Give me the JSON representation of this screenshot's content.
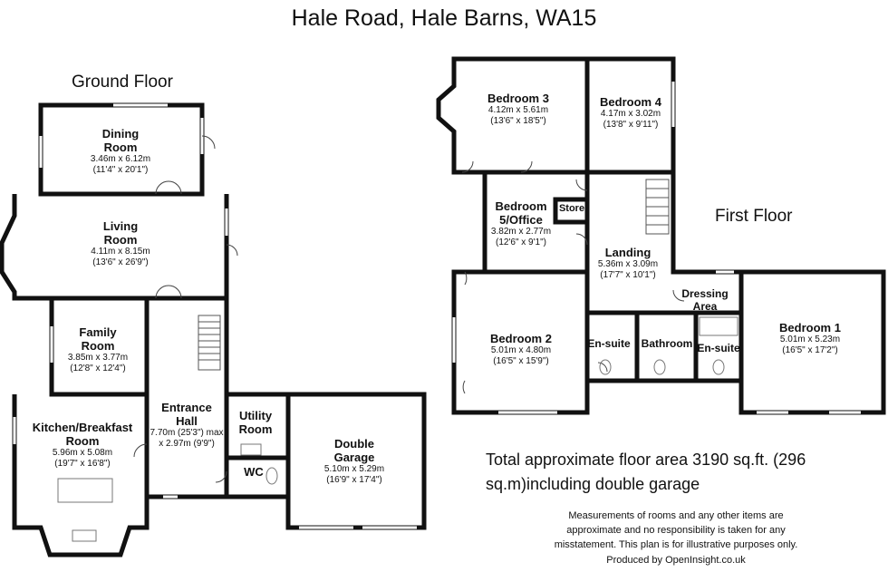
{
  "title": "Hale Road, Hale Barns, WA15",
  "floors": {
    "ground": "Ground Floor",
    "first": "First Floor"
  },
  "rooms": {
    "dining": {
      "name_1": "Dining",
      "name_2": "Room",
      "metric": "3.46m x 6.12m",
      "imperial": "(11'4\" x 20'1\")"
    },
    "living": {
      "name_1": "Living",
      "name_2": "Room",
      "metric": "4.11m x 8.15m",
      "imperial": "(13'6\" x 26'9\")"
    },
    "family": {
      "name_1": "Family",
      "name_2": "Room",
      "metric": "3.85m x 3.77m",
      "imperial": "(12'8\" x 12'4\")"
    },
    "kitchen": {
      "name_1": "Kitchen/Breakfast",
      "name_2": "Room",
      "metric": "5.96m x 5.08m",
      "imperial": "(19'7\" x 16'8\")"
    },
    "entrance": {
      "name_1": "Entrance",
      "name_2": "Hall",
      "metric": "7.70m (25'3\") max",
      "imperial": "x 2.97m (9'9\")"
    },
    "utility": {
      "name_1": "Utility",
      "name_2": "Room"
    },
    "wc": {
      "name_1": "WC"
    },
    "garage": {
      "name_1": "Double",
      "name_2": "Garage",
      "metric": "5.10m x 5.29m",
      "imperial": "(16'9\" x 17'4\")"
    },
    "bed3": {
      "name_1": "Bedroom 3",
      "metric": "4.12m x 5.61m",
      "imperial": "(13'6\" x 18'5\")"
    },
    "bed4": {
      "name_1": "Bedroom 4",
      "metric": "4.17m x 3.02m",
      "imperial": "(13'8\" x 9'11\")"
    },
    "bed5": {
      "name_1": "Bedroom",
      "name_2": "5/Office",
      "metric": "3.82m x 2.77m",
      "imperial": "(12'6\" x 9'1\")"
    },
    "store": {
      "name_1": "Store"
    },
    "landing": {
      "name_1": "Landing",
      "metric": "5.36m x 3.09m",
      "imperial": "(17'7\" x 10'1\")"
    },
    "bed2": {
      "name_1": "Bedroom 2",
      "metric": "5.01m x 4.80m",
      "imperial": "(16'5\" x 15'9\")"
    },
    "dressing": {
      "name_1": "Dressing",
      "name_2": "Area"
    },
    "ensuite2": {
      "name_1": "En-suite"
    },
    "bathroom": {
      "name_1": "Bathroom"
    },
    "ensuite1": {
      "name_1": "En-suite"
    },
    "bed1": {
      "name_1": "Bedroom 1",
      "metric": "5.01m x 5.23m",
      "imperial": "(16'5\" x 17'2\")"
    }
  },
  "total_area": "Total approximate floor area 3190 sq.ft. (296 sq.m)including double garage",
  "disclaimer": "Measurements of rooms and any other items are approximate and no responsibility is taken for any misstatement. This plan is for illustrative purposes only.",
  "credit": "Produced by OpenInsight.co.uk",
  "colors": {
    "wall": "#111111",
    "window": "#ffffff",
    "fixture": "#777777"
  }
}
